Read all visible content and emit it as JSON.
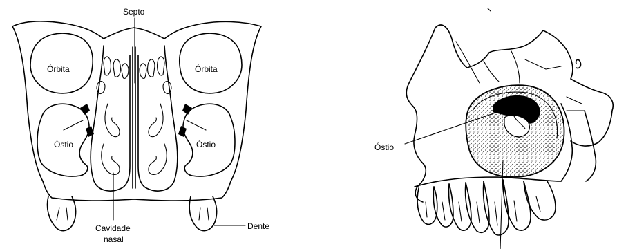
{
  "left_diagram": {
    "labels": {
      "septum": "Septo",
      "orbit_left": "Órbita",
      "orbit_right": "Órbita",
      "ostium_left": "Óstio",
      "ostium_right": "Óstio",
      "nasal_cavity_line1": "Cavidade",
      "nasal_cavity_line2": "nasal",
      "tooth": "Dente"
    }
  },
  "right_diagram": {
    "labels": {
      "ostium": "Óstio"
    }
  }
}
